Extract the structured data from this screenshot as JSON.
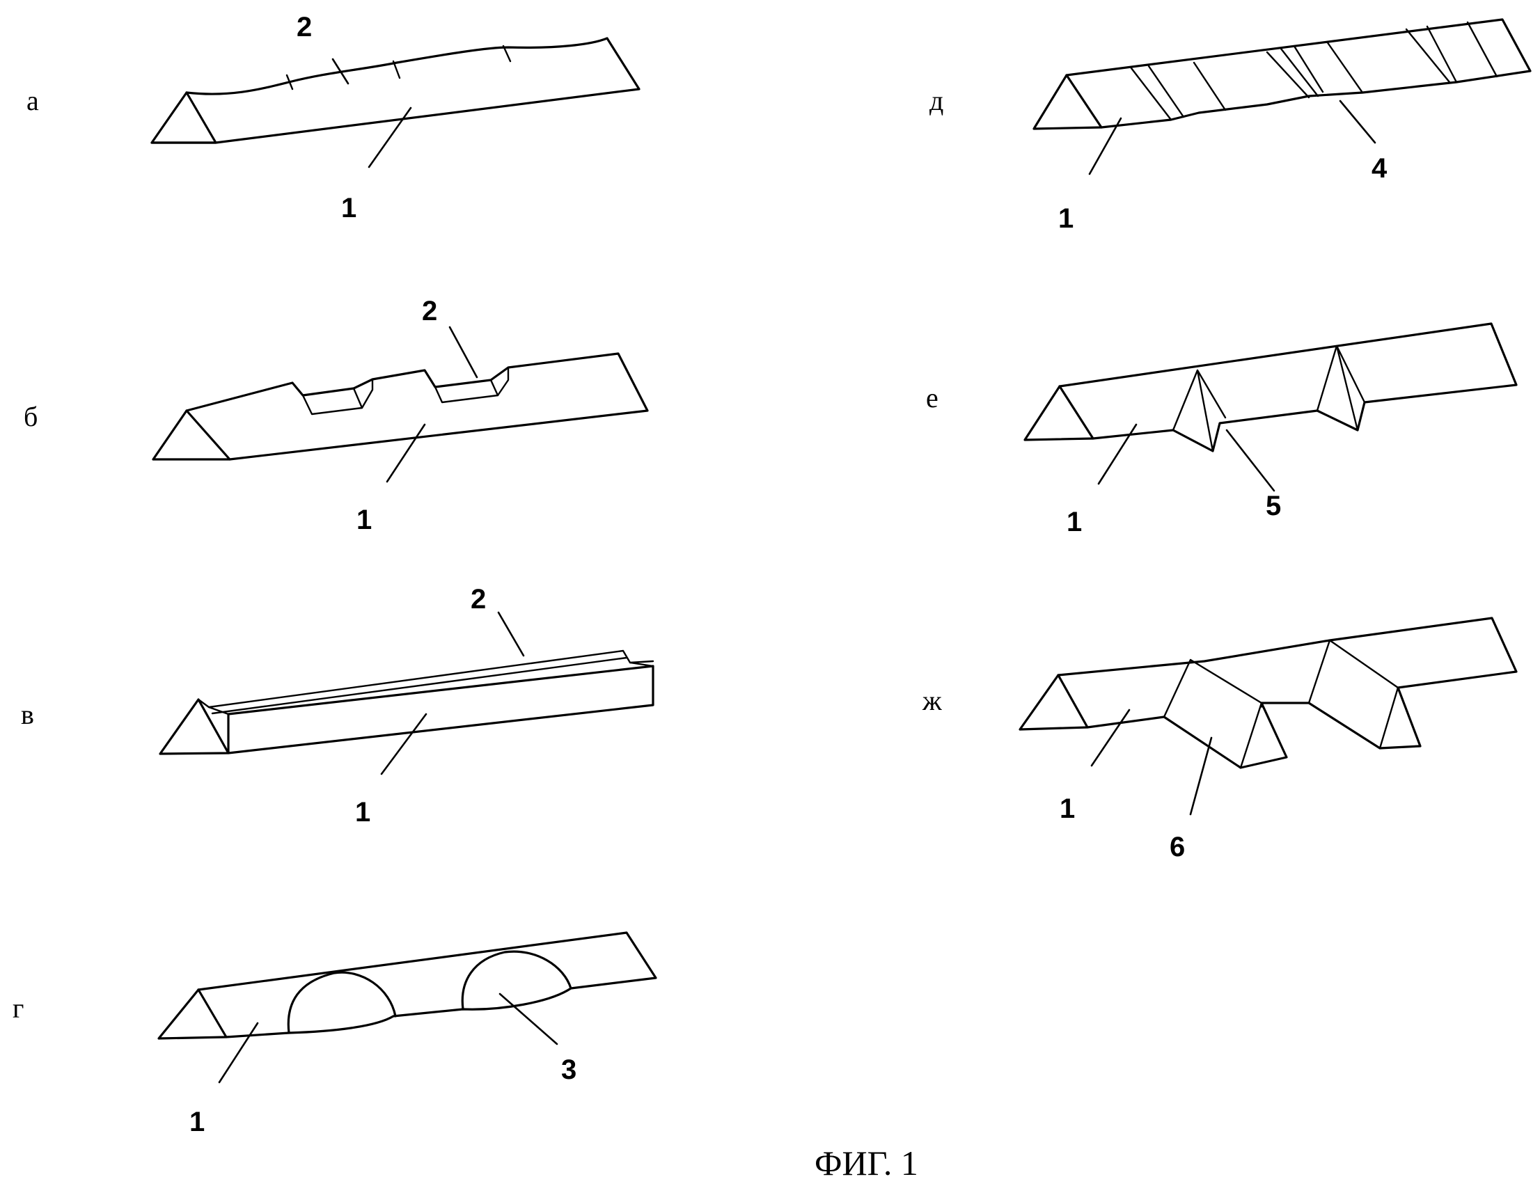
{
  "caption": "ФИГ. 1",
  "panels": {
    "a": {
      "letter": "а",
      "labels": [
        "2",
        "1"
      ]
    },
    "b": {
      "letter": "б",
      "labels": [
        "2",
        "1"
      ]
    },
    "v": {
      "letter": "в",
      "labels": [
        "2",
        "1"
      ]
    },
    "g": {
      "letter": "г",
      "labels": [
        "1",
        "3"
      ]
    },
    "d": {
      "letter": "д",
      "labels": [
        "1",
        "4"
      ]
    },
    "e": {
      "letter": "е",
      "labels": [
        "1",
        "5"
      ]
    },
    "zh": {
      "letter": "ж",
      "labels": [
        "1",
        "6"
      ]
    }
  }
}
